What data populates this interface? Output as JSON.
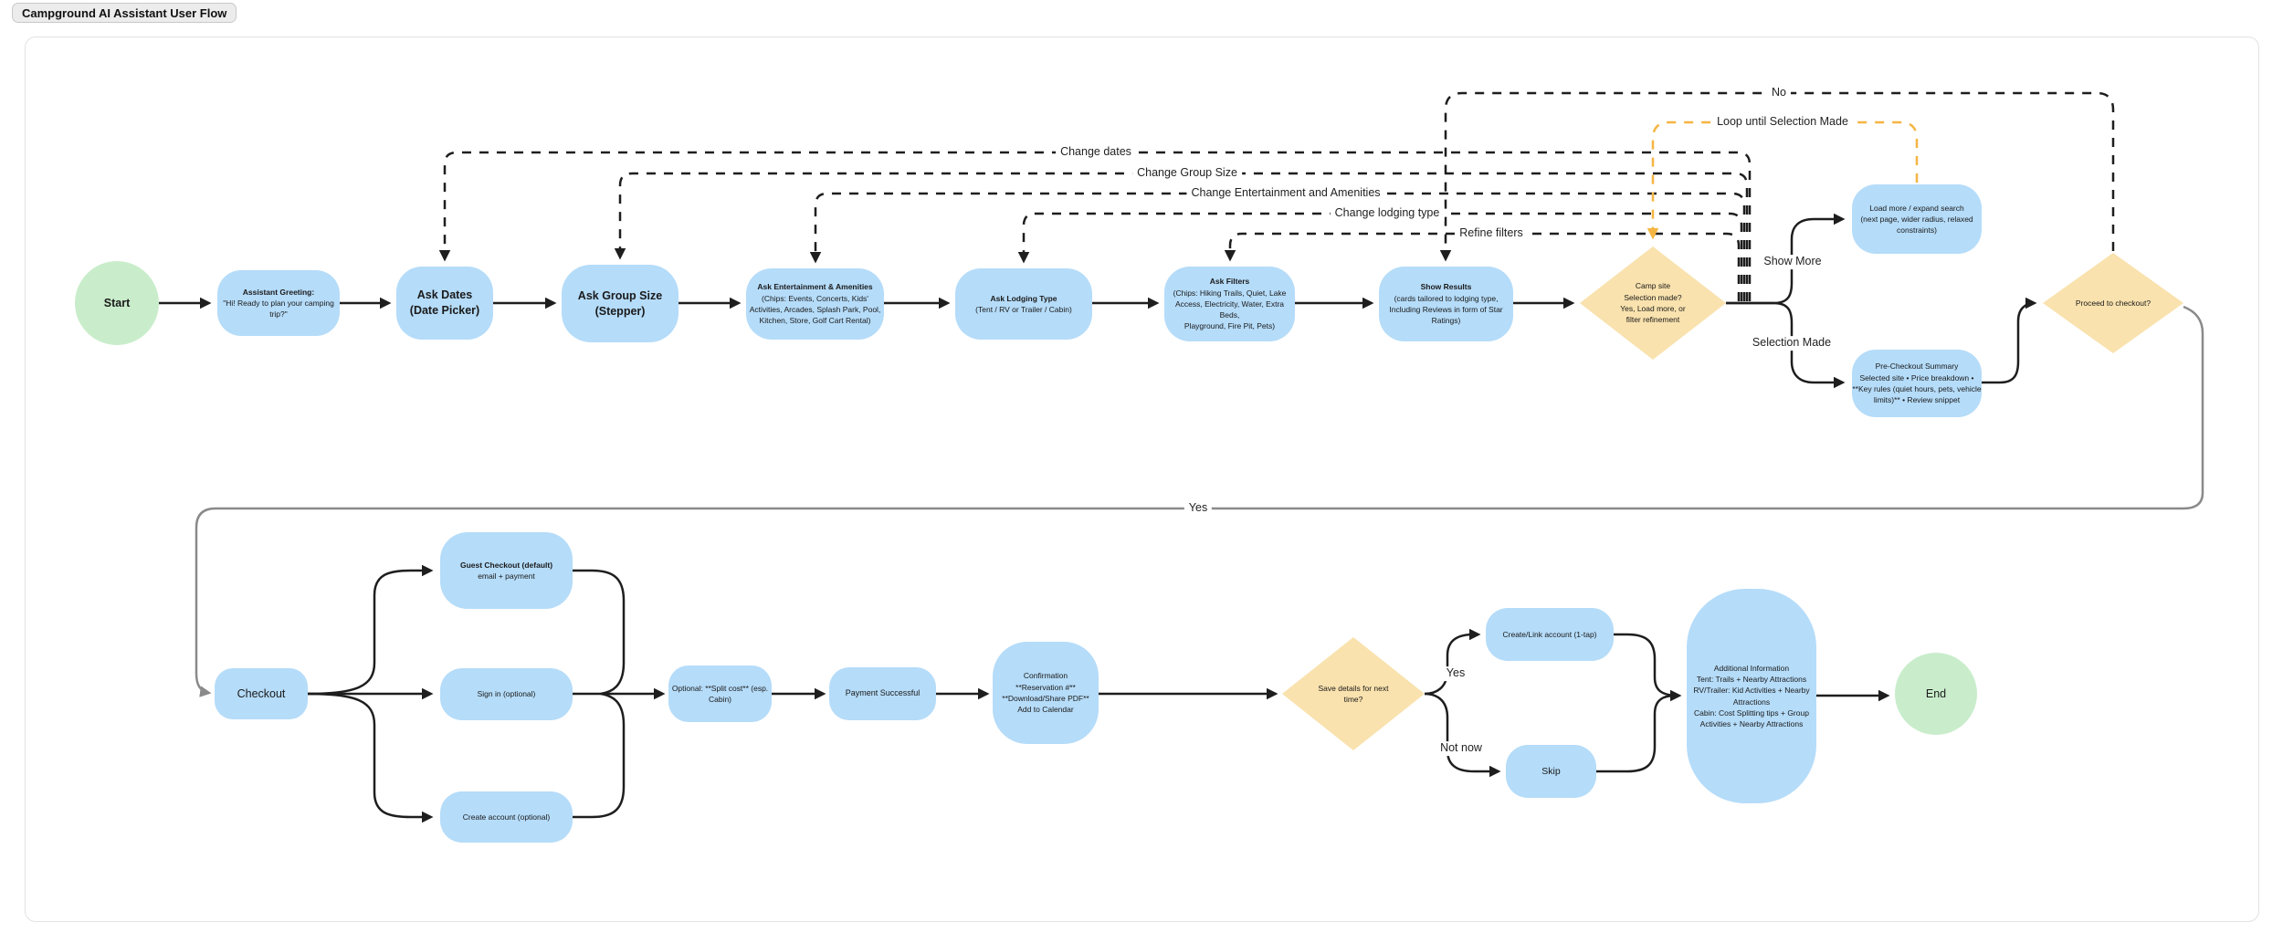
{
  "page": {
    "title_badge": "Campground AI Assistant User Flow"
  },
  "colors": {
    "node_blue": "#B5DCF9",
    "node_green": "#C9EDCB",
    "decision_amber": "#F9E2AE",
    "loop_line_orange": "#F5B542",
    "edge_black": "#1E1E1E",
    "edge_gray": "#8A8A8A"
  },
  "nodes": {
    "start": {
      "label": "Start"
    },
    "greeting": {
      "title": "Assistant Greeting:",
      "body": "\"Hi! Ready to plan your camping\ntrip?\""
    },
    "ask_dates": {
      "title": "Ask Dates",
      "body": "(Date Picker)"
    },
    "ask_group_size": {
      "title": "Ask Group Size",
      "body": "(Stepper)"
    },
    "ask_entertainment": {
      "title": "Ask Entertainment & Amenities",
      "body": "(Chips: Events, Concerts, Kids'\nActivities, Arcades, Splash Park, Pool,\nKitchen, Store, Golf Cart Rental)"
    },
    "ask_lodging": {
      "title": "Ask Lodging Type",
      "body": "(Tent / RV or Trailer / Cabin)"
    },
    "ask_filters": {
      "title": "Ask Filters",
      "body": "(Chips: Hiking Trails, Quiet, Lake\nAccess, Electricity, Water, Extra Beds,\nPlayground, Fire Pit, Pets)"
    },
    "show_results": {
      "title": "Show Results",
      "body": "(cards tailored to lodging type,\nIncluding Reviews in form of Star\nRatings)"
    },
    "camp_decision": {
      "body": "Camp site\nSelection made?\nYes, Load more, or\nfilter refinement"
    },
    "load_more": {
      "body": "Load more / expand search\n(next page, wider radius, relaxed\nconstraints)"
    },
    "pre_checkout": {
      "body": "Pre-Checkout Summary\nSelected site • Price breakdown •\n**Key rules (quiet hours, pets, vehicle\nlimits)** • Review snippet"
    },
    "proceed_decision": {
      "body": "Proceed to checkout?"
    },
    "checkout": {
      "label": "Checkout"
    },
    "guest_checkout": {
      "title": "Guest Checkout (default)",
      "body": "email + payment"
    },
    "sign_in": {
      "label": "Sign in (optional)"
    },
    "create_account": {
      "label": "Create account (optional)"
    },
    "split_cost": {
      "label": "Optional: **Split cost** (esp. Cabin)"
    },
    "payment": {
      "label": "Payment Successful"
    },
    "confirmation": {
      "body": "Confirmation\n**Reservation #**\n**Download/Share PDF**\nAdd to Calendar"
    },
    "save_decision": {
      "body": "Save details for next\ntime?"
    },
    "create_link": {
      "label": "Create/Link account (1-tap)"
    },
    "skip": {
      "label": "Skip"
    },
    "additional_info": {
      "body": "Additional Information\nTent: Trails + Nearby Attractions\nRV/Trailer: Kid Activities + Nearby\nAttractions\nCabin: Cost Splitting tips + Group\nActivities + Nearby Attractions"
    },
    "end": {
      "label": "End"
    }
  },
  "edge_labels": {
    "no": "No",
    "loop": "Loop until Selection Made",
    "change_dates": "Change dates",
    "change_group": "Change Group Size",
    "change_entertainment": "Change Entertainment and Amenities",
    "change_lodging": "Change lodging type",
    "refine_filters": "Refine filters",
    "show_more": "Show More",
    "selection_made": "Selection Made",
    "yes_checkout": "Yes",
    "yes_save": "Yes",
    "not_now": "Not now"
  }
}
